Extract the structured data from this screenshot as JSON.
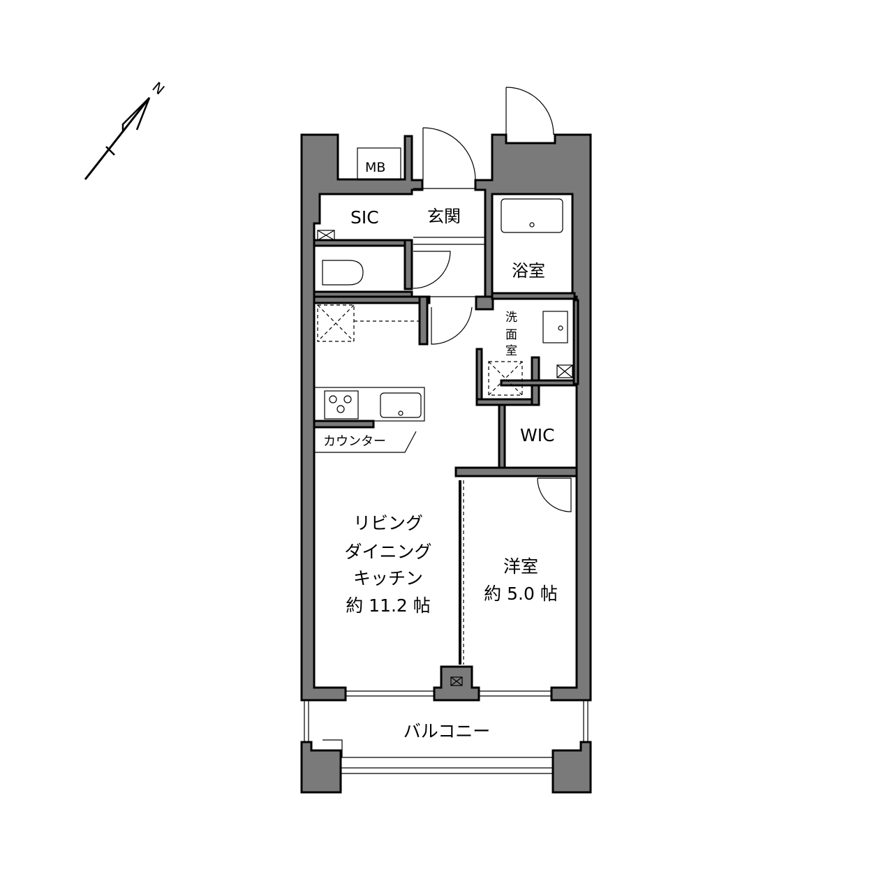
{
  "compass": {
    "north_label": "N"
  },
  "rooms": {
    "mb": "MB",
    "sic": "SIC",
    "entrance": "玄関",
    "bath": "浴室",
    "washroom_chars": [
      "洗",
      "面",
      "室"
    ],
    "wic": "WIC",
    "counter": "カウンター",
    "ldk": {
      "line1": "リビング",
      "line2": "ダイニング",
      "line3": "キッチン",
      "size": "約 11.2 帖"
    },
    "western_room": {
      "name": "洋室",
      "size": "約 5.0 帖"
    },
    "balcony": "バルコニー"
  },
  "colors": {
    "wall": "#7a7a7a",
    "line": "#000000"
  }
}
